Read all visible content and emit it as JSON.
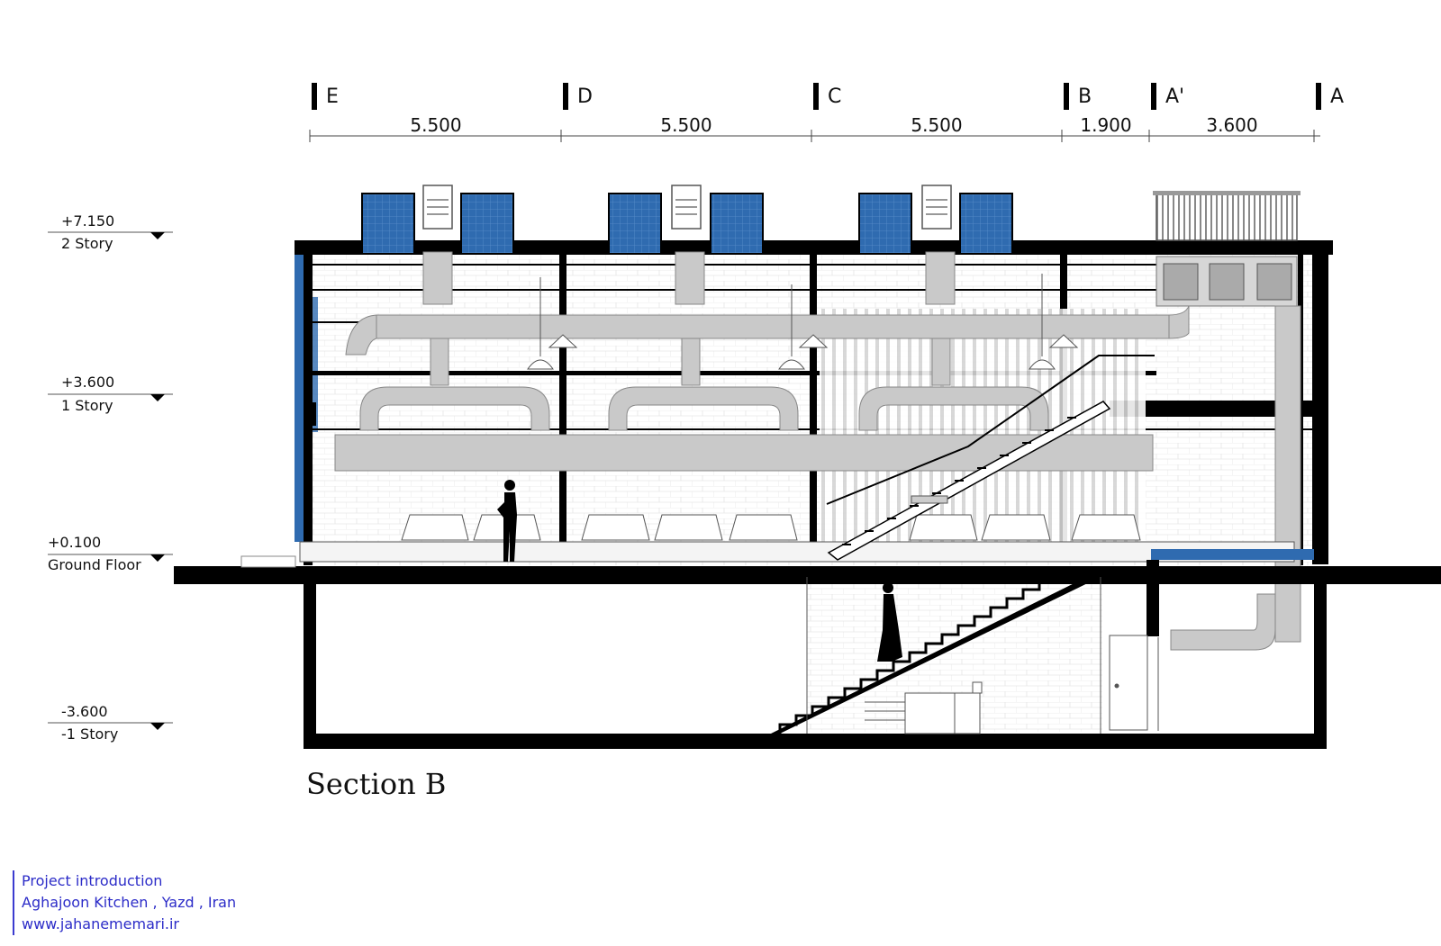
{
  "grid_lines": [
    {
      "label": "E"
    },
    {
      "label": "D"
    },
    {
      "label": "C"
    },
    {
      "label": "B"
    },
    {
      "label": "A'"
    },
    {
      "label": "A"
    }
  ],
  "dimensions": [
    {
      "value": "5.500"
    },
    {
      "value": "5.500"
    },
    {
      "value": "5.500"
    },
    {
      "value": "1.900"
    },
    {
      "value": "3.600"
    }
  ],
  "levels": [
    {
      "elevation": "+7.150",
      "name": "2 Story"
    },
    {
      "elevation": "+3.600",
      "name": "1 Story"
    },
    {
      "elevation": "+0.100",
      "name": "Ground Floor"
    },
    {
      "elevation": "-3.600",
      "name": "-1 Story"
    }
  ],
  "title": "Section B",
  "credits": {
    "line1": "Project introduction",
    "line2": "Aghajoon Kitchen , Yazd , Iran",
    "line3": "www.jahanememari.ir"
  },
  "colors": {
    "structure": "#000000",
    "solar_panel": "#2f6bb0",
    "duct": "#c9c9c9",
    "credits_text": "#2c2cc8"
  }
}
